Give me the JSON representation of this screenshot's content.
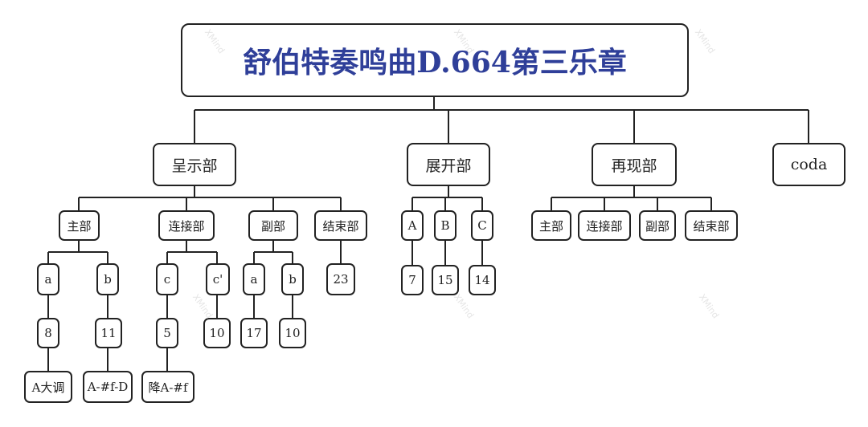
{
  "title": "舒伯特奏鸣曲D.664第三乐章",
  "sections": {
    "exposition": "呈示部",
    "development": "展开部",
    "recap": "再现部",
    "coda": "coda"
  },
  "exposition": {
    "main": "主部",
    "transition": "连接部",
    "secondary": "副部",
    "closing": "结束部",
    "main_a": "a",
    "main_b": "b",
    "main_a_bars": "8",
    "main_b_bars": "11",
    "main_a_key": "A大调",
    "main_b_key": "A-#f-D",
    "trans_c": "c",
    "trans_c2": "c'",
    "trans_c_bars": "5",
    "trans_c2_bars": "10",
    "trans_c_key": "降A-#f",
    "sec_a": "a",
    "sec_b": "b",
    "sec_a_bars": "17",
    "sec_b_bars": "10",
    "closing_bars": "23"
  },
  "development": {
    "a": "A",
    "b": "B",
    "c": "C",
    "a_bars": "7",
    "b_bars": "15",
    "c_bars": "14"
  },
  "recap": {
    "main": "主部",
    "transition": "连接部",
    "secondary": "副部",
    "closing": "结束部"
  },
  "watermark": "XMind"
}
